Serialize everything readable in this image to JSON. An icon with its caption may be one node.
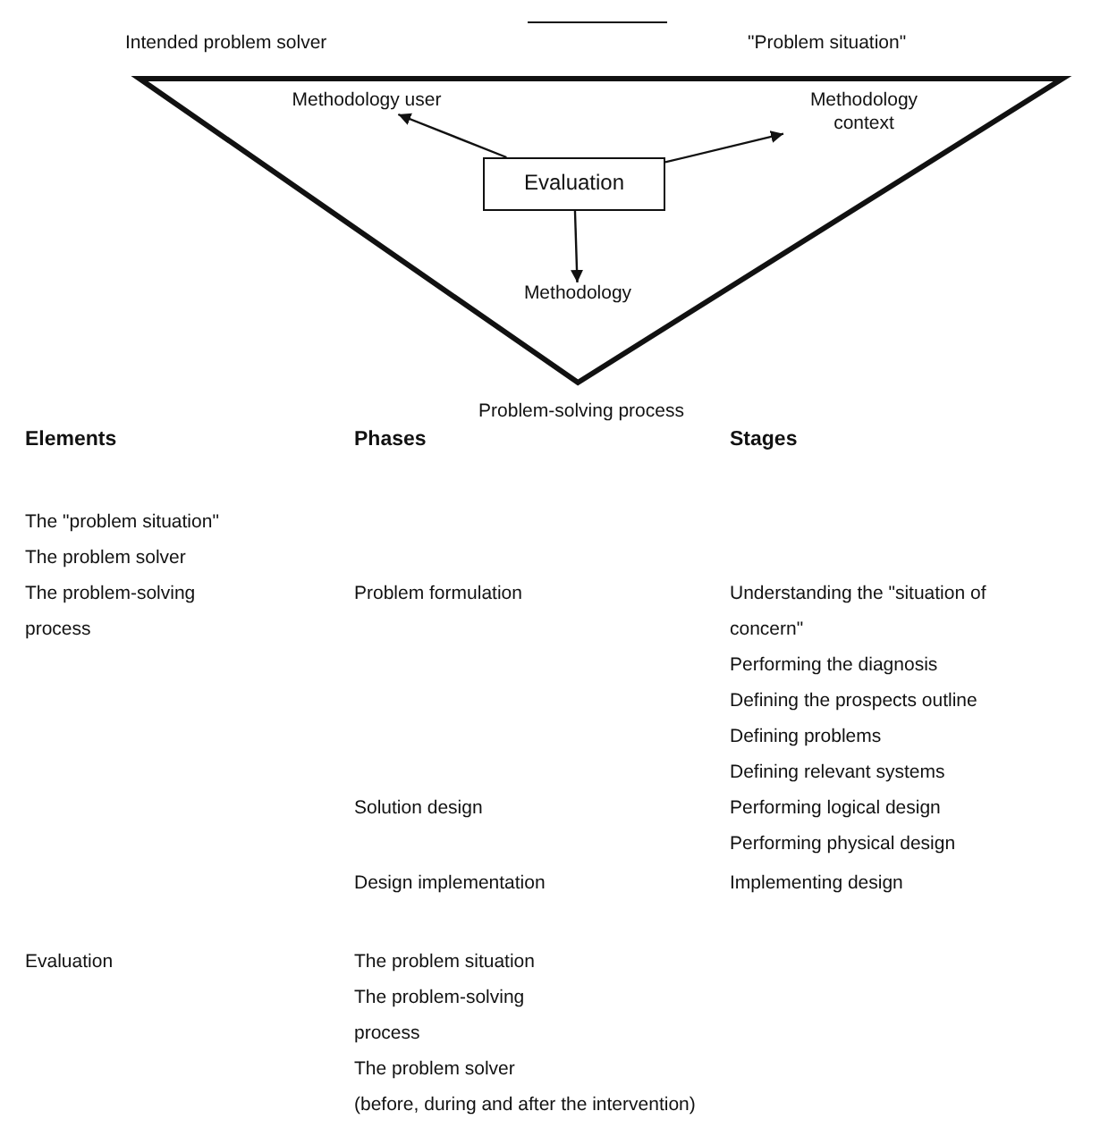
{
  "diagram": {
    "nodes": [
      {
        "text": [],
        "shape": "triangle"
      },
      {
        "text": [
          "Methodology user"
        ],
        "in": 0
      },
      {
        "text": [
          "Methodology context"
        ],
        "in": 0
      },
      {
        "text": [
          "Evaluation"
        ],
        "in": 0
      },
      {
        "text": [
          "Methodology"
        ],
        "in": 0
      }
    ],
    "edges": [
      {
        "from": 3,
        "to": 1,
        "arrow": "to"
      },
      {
        "from": 3,
        "to": 2,
        "arrow": "to"
      },
      {
        "from": 3,
        "to": 4,
        "arrow": "to"
      }
    ],
    "labels": [
      "Intended problem solver",
      "\"Problem situation\"",
      "Problem-solving process",
      "Elements",
      "Phases",
      "Stages",
      "The \"problem situation\"",
      "The problem solver",
      "The problem-solving process",
      "Problem formulation",
      "Understanding the \"situation of concern\"",
      "Performing the diagnosis",
      "Defining the prospects outline",
      "Defining problems",
      "Defining relevant systems",
      "Solution design",
      "Performing logical design",
      "Performing physical design",
      "Design implementation",
      "Implementing design",
      "Evaluation",
      "The problem situation",
      "The problem-solving process",
      "The problem solver",
      "(before, during and after the intervention)"
    ]
  }
}
